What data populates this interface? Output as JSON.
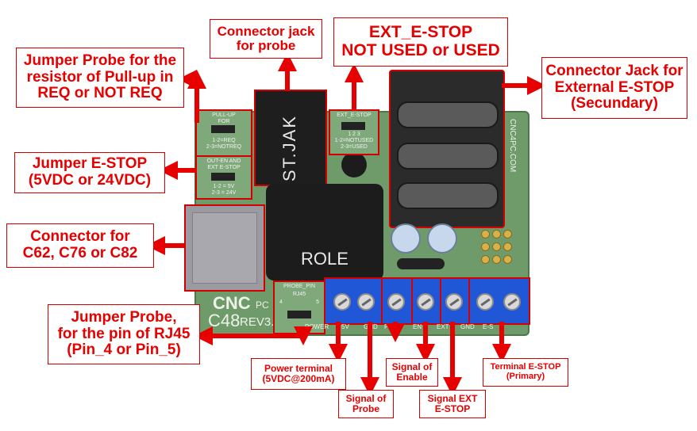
{
  "callouts": {
    "jumper_pullup": "Jumper Probe for the\nresistor of Pull-up in\nREQ or NOT REQ",
    "connector_jack_probe": "Connector jack\nfor probe",
    "ext_estop_jumper": "EXT_E-STOP\nNOT USED or  USED",
    "connector_jack_external": "Connector Jack for\nExternal E-STOP\n(Secundary)",
    "jumper_estop": "Jumper E-STOP\n(5VDC or 24VDC)",
    "connector_c62": "Connector for\nC62, C76 or C82",
    "jumper_probe_rj45": "Jumper Probe,\nfor the pin of RJ45\n(Pin_4 or Pin_5)",
    "power_terminal": "Power terminal\n(5VDC@200mA)",
    "signal_probe": "Signal of\nProbe",
    "signal_enable": "Signal of\nEnable",
    "signal_ext_estop": "Signal EXT\nE-STOP",
    "terminal_estop_primary": "Terminal E-STOP\n(Primary)"
  },
  "board": {
    "jack_small_label": "ST.JAK",
    "relay_label": "ROLE",
    "brand": "CNC4PC.COM",
    "logo_cnc": "CNC",
    "logo_pc": "PC",
    "model": "C48",
    "revision": "REV3.",
    "pullup_header": "PULL-UP\nFOR",
    "pullup_options": "1-2=REQ\n2-3=NOTREQ",
    "estop_header": "OUT-EN AND\nEXT E-STOP",
    "estop_options": "1-2 = 5V\n2-3 = 24V",
    "ext_header": "EXT_E-STOP",
    "ext_options": "1-2=NOTUSED\n2-3=USED",
    "probe_pin_header": "PROBE_PIN",
    "probe_pin_sub": "RJ45",
    "pin_4": "4",
    "pin_5": "5",
    "pin_nums": "1   2   3",
    "terminal_labels": [
      "POWER",
      "5V",
      "GND",
      "PR",
      "EN",
      "EXT",
      "GND",
      "E-S"
    ]
  },
  "colors": {
    "callout_text": "#e60000",
    "callout_border": "#d40000",
    "arrow": "#e60000",
    "pcb": "#6f9a6a",
    "terminal": "#1f57d6"
  }
}
